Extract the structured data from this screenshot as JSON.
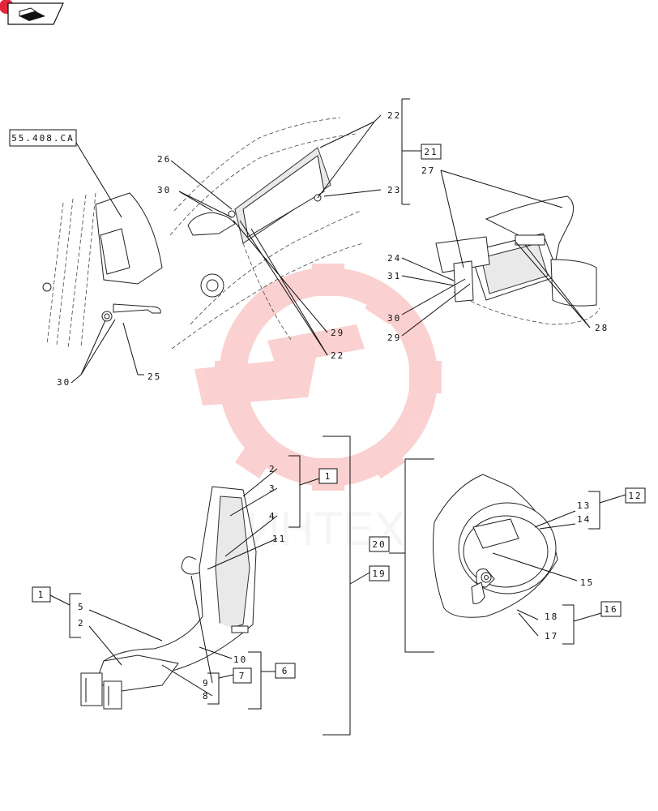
{
  "nav": {
    "icon": "back-arrow-icon",
    "badge_color": "#e5253a"
  },
  "watermark": {
    "text": "ИНТЕХ",
    "color": "#f05a5a"
  },
  "reference": {
    "label": "55.408.CA"
  },
  "callouts": {
    "c22a": "22",
    "c21": "21",
    "c26": "26",
    "c30a": "30",
    "c23": "23",
    "c27": "27",
    "c24": "24",
    "c31": "31",
    "c30b": "30",
    "c29a": "29",
    "c28": "28",
    "c29b": "29",
    "c22b": "22",
    "c30c": "30",
    "c25": "25",
    "c2a": "2",
    "c3": "3",
    "c4": "4",
    "c11": "11",
    "c1a": "1",
    "c1b": "1",
    "c5": "5",
    "c2b": "2",
    "c10": "10",
    "c9": "9",
    "c7": "7",
    "c6": "6",
    "c8": "8",
    "c19": "19",
    "c20": "20",
    "c13": "13",
    "c14": "14",
    "c12": "12",
    "c15": "15",
    "c18": "18",
    "c17": "17",
    "c16": "16"
  }
}
